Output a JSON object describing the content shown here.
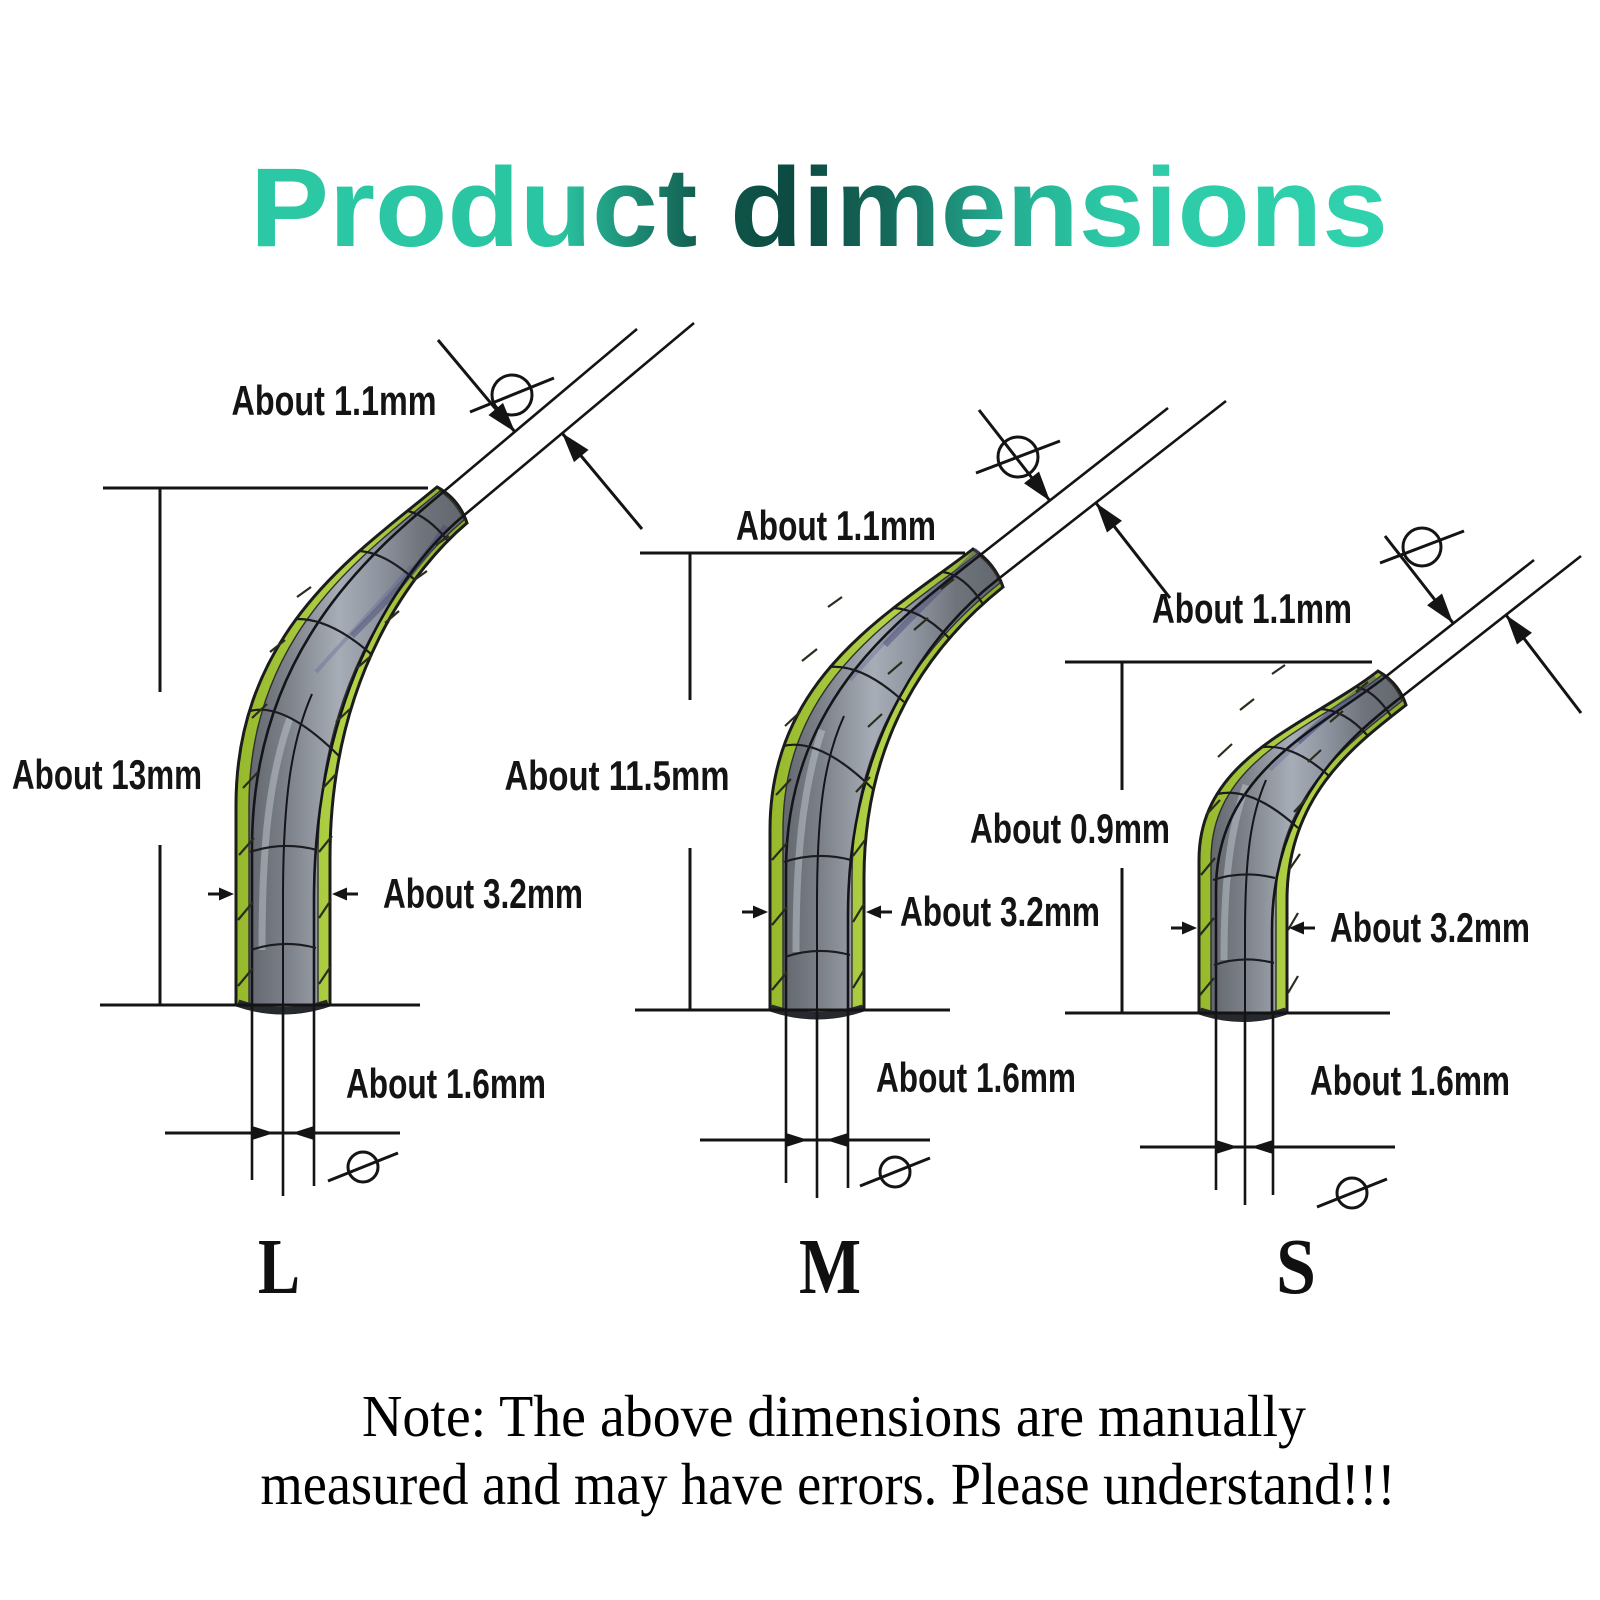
{
  "title": "Product dimensions",
  "note": {
    "line1": "Note: The above dimensions are manually",
    "line2": "measured and may have errors. Please understand!!!"
  },
  "colors": {
    "title_teal": "#2cc8a5",
    "title_dark_teal": "#0c4a40",
    "tube_green": "#a6ca39",
    "tube_grey": "#8b9097",
    "line_black": "#141414"
  },
  "figures": [
    {
      "size_label": "L",
      "tip_diameter": "About 1.1mm",
      "height": "About 13mm",
      "outer_diameter": "About 3.2mm",
      "inner_diameter": "About 1.6mm"
    },
    {
      "size_label": "M",
      "tip_diameter": "About 1.1mm",
      "height": "About 11.5mm",
      "outer_diameter": "About 3.2mm",
      "inner_diameter": "About 1.6mm"
    },
    {
      "size_label": "S",
      "tip_diameter": "About 1.1mm",
      "height": "About 0.9mm",
      "outer_diameter": "About 3.2mm",
      "inner_diameter": "About 1.6mm"
    }
  ]
}
